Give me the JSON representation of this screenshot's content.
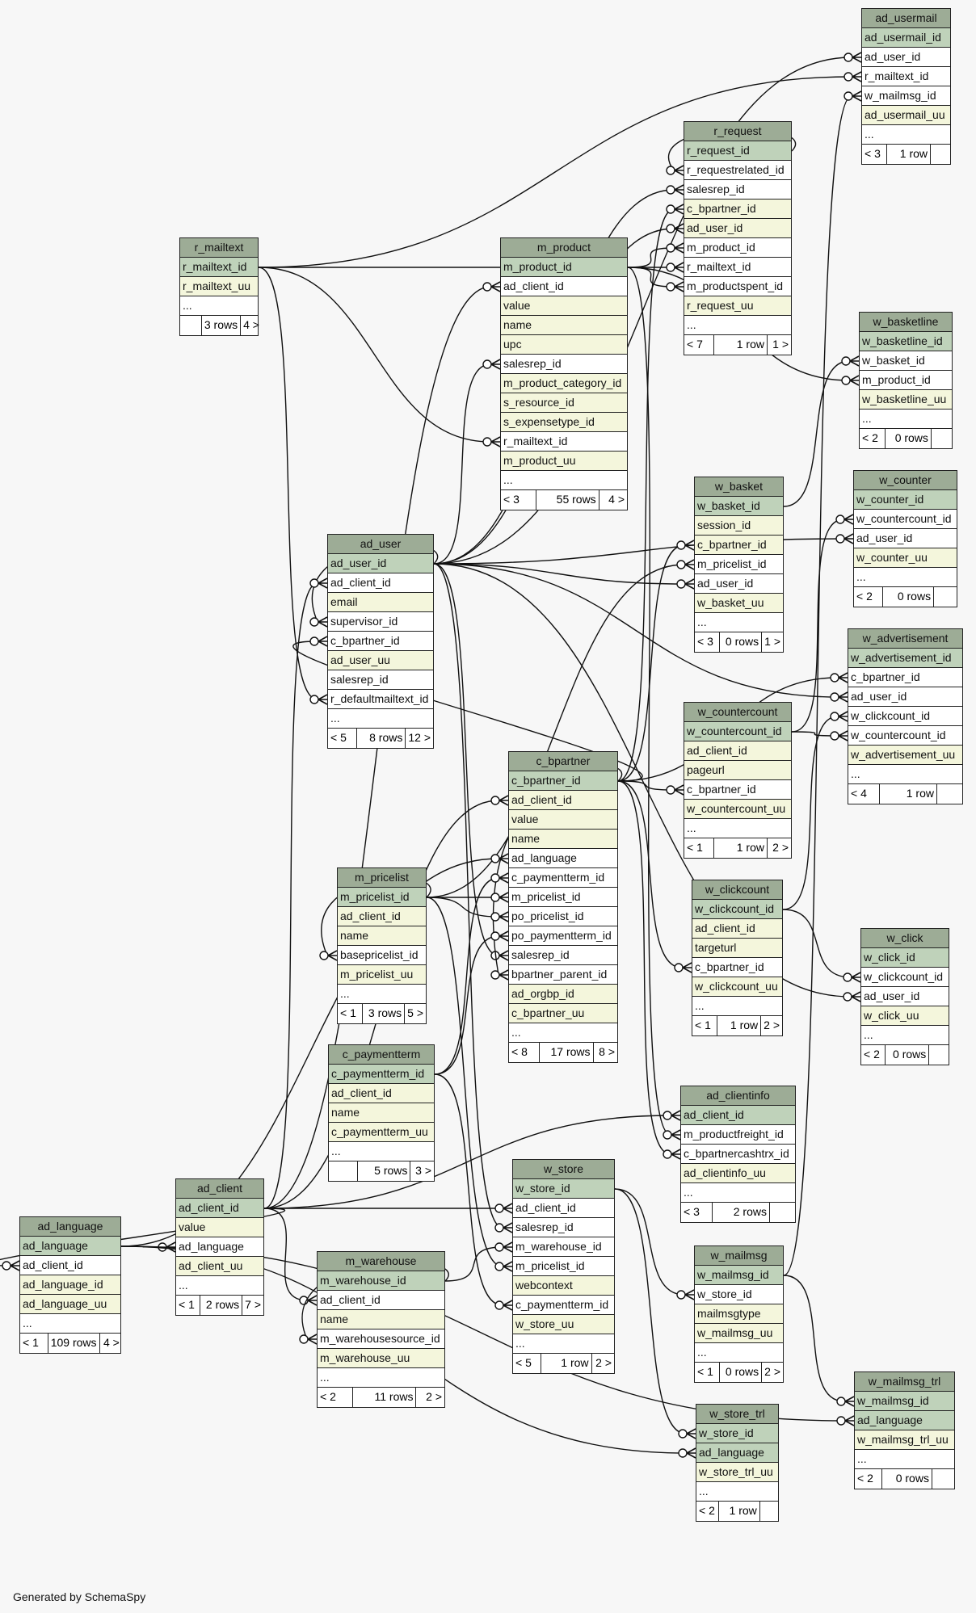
{
  "footer_text": "Generated by SchemaSpy",
  "colors": {
    "header": "#9dac96",
    "primary_key": "#bfd2ba",
    "foreign_key": "#ffffff",
    "attribute": "#f4f6dc",
    "background": "#f7f7f7"
  },
  "tables": [
    {
      "name": "ad_usermail",
      "columns": [
        [
          "ad_usermail_id",
          "pk"
        ],
        [
          "ad_user_id",
          "fk"
        ],
        [
          "r_mailtext_id",
          "fk"
        ],
        [
          "w_mailmsg_id",
          "fk"
        ],
        [
          "ad_usermail_uu",
          "attr"
        ],
        [
          "...",
          "more"
        ]
      ],
      "footer": [
        "< 3",
        "1 row",
        ""
      ]
    },
    {
      "name": "r_request",
      "columns": [
        [
          "r_request_id",
          "pk"
        ],
        [
          "r_requestrelated_id",
          "fk"
        ],
        [
          "salesrep_id",
          "fk"
        ],
        [
          "c_bpartner_id",
          "attr"
        ],
        [
          "ad_user_id",
          "attr"
        ],
        [
          "m_product_id",
          "fk"
        ],
        [
          "r_mailtext_id",
          "fk"
        ],
        [
          "m_productspent_id",
          "fk"
        ],
        [
          "r_request_uu",
          "attr"
        ],
        [
          "...",
          "more"
        ]
      ],
      "footer": [
        "< 7",
        "1 row",
        "1 >"
      ]
    },
    {
      "name": "r_mailtext",
      "columns": [
        [
          "r_mailtext_id",
          "pk"
        ],
        [
          "r_mailtext_uu",
          "attr"
        ],
        [
          "...",
          "more"
        ]
      ],
      "footer": [
        "",
        "3 rows",
        "4 >"
      ]
    },
    {
      "name": "m_product",
      "columns": [
        [
          "m_product_id",
          "pk"
        ],
        [
          "ad_client_id",
          "fk"
        ],
        [
          "value",
          "attr"
        ],
        [
          "name",
          "attr"
        ],
        [
          "upc",
          "attr"
        ],
        [
          "salesrep_id",
          "fk"
        ],
        [
          "m_product_category_id",
          "attr"
        ],
        [
          "s_resource_id",
          "attr"
        ],
        [
          "s_expensetype_id",
          "attr"
        ],
        [
          "r_mailtext_id",
          "fk"
        ],
        [
          "m_product_uu",
          "attr"
        ],
        [
          "...",
          "more"
        ]
      ],
      "footer": [
        "< 3",
        "55 rows",
        "4 >"
      ]
    },
    {
      "name": "w_basketline",
      "columns": [
        [
          "w_basketline_id",
          "pk"
        ],
        [
          "w_basket_id",
          "fk"
        ],
        [
          "m_product_id",
          "fk"
        ],
        [
          "w_basketline_uu",
          "attr"
        ],
        [
          "...",
          "more"
        ]
      ],
      "footer": [
        "< 2",
        "0 rows",
        ""
      ]
    },
    {
      "name": "w_counter",
      "columns": [
        [
          "w_counter_id",
          "pk"
        ],
        [
          "w_countercount_id",
          "fk"
        ],
        [
          "ad_user_id",
          "fk"
        ],
        [
          "w_counter_uu",
          "attr"
        ],
        [
          "...",
          "more"
        ]
      ],
      "footer": [
        "< 2",
        "0 rows",
        ""
      ]
    },
    {
      "name": "w_basket",
      "columns": [
        [
          "w_basket_id",
          "pk"
        ],
        [
          "session_id",
          "attr"
        ],
        [
          "c_bpartner_id",
          "attr"
        ],
        [
          "m_pricelist_id",
          "fk"
        ],
        [
          "ad_user_id",
          "fk"
        ],
        [
          "w_basket_uu",
          "attr"
        ],
        [
          "...",
          "more"
        ]
      ],
      "footer": [
        "< 3",
        "0 rows",
        "1 >"
      ]
    },
    {
      "name": "ad_user",
      "columns": [
        [
          "ad_user_id",
          "pk"
        ],
        [
          "ad_client_id",
          "fk"
        ],
        [
          "email",
          "attr"
        ],
        [
          "supervisor_id",
          "fk"
        ],
        [
          "c_bpartner_id",
          "fk"
        ],
        [
          "ad_user_uu",
          "attr"
        ],
        [
          "salesrep_id",
          "fk"
        ],
        [
          "r_defaultmailtext_id",
          "fk"
        ],
        [
          "...",
          "more"
        ]
      ],
      "footer": [
        "< 5",
        "8 rows",
        "12 >"
      ]
    },
    {
      "name": "w_advertisement",
      "columns": [
        [
          "w_advertisement_id",
          "pk"
        ],
        [
          "c_bpartner_id",
          "fk"
        ],
        [
          "ad_user_id",
          "fk"
        ],
        [
          "w_clickcount_id",
          "fk"
        ],
        [
          "w_countercount_id",
          "fk"
        ],
        [
          "w_advertisement_uu",
          "attr"
        ],
        [
          "...",
          "more"
        ]
      ],
      "footer": [
        "< 4",
        "1 row",
        ""
      ]
    },
    {
      "name": "w_countercount",
      "columns": [
        [
          "w_countercount_id",
          "pk"
        ],
        [
          "ad_client_id",
          "attr"
        ],
        [
          "pageurl",
          "attr"
        ],
        [
          "c_bpartner_id",
          "fk"
        ],
        [
          "w_countercount_uu",
          "attr"
        ],
        [
          "...",
          "more"
        ]
      ],
      "footer": [
        "< 1",
        "1 row",
        "2 >"
      ]
    },
    {
      "name": "c_bpartner",
      "columns": [
        [
          "c_bpartner_id",
          "pk"
        ],
        [
          "ad_client_id",
          "attr"
        ],
        [
          "value",
          "attr"
        ],
        [
          "name",
          "attr"
        ],
        [
          "ad_language",
          "fk"
        ],
        [
          "c_paymentterm_id",
          "fk"
        ],
        [
          "m_pricelist_id",
          "fk"
        ],
        [
          "po_pricelist_id",
          "fk"
        ],
        [
          "po_paymentterm_id",
          "fk"
        ],
        [
          "salesrep_id",
          "fk"
        ],
        [
          "bpartner_parent_id",
          "fk"
        ],
        [
          "ad_orgbp_id",
          "attr"
        ],
        [
          "c_bpartner_uu",
          "attr"
        ],
        [
          "...",
          "more"
        ]
      ],
      "footer": [
        "< 8",
        "17 rows",
        "8 >"
      ]
    },
    {
      "name": "m_pricelist",
      "columns": [
        [
          "m_pricelist_id",
          "pk"
        ],
        [
          "ad_client_id",
          "attr"
        ],
        [
          "name",
          "attr"
        ],
        [
          "basepricelist_id",
          "fk"
        ],
        [
          "m_pricelist_uu",
          "attr"
        ],
        [
          "...",
          "more"
        ]
      ],
      "footer": [
        "< 1",
        "3 rows",
        "5 >"
      ]
    },
    {
      "name": "w_clickcount",
      "columns": [
        [
          "w_clickcount_id",
          "pk"
        ],
        [
          "ad_client_id",
          "attr"
        ],
        [
          "targeturl",
          "attr"
        ],
        [
          "c_bpartner_id",
          "fk"
        ],
        [
          "w_clickcount_uu",
          "attr"
        ],
        [
          "...",
          "more"
        ]
      ],
      "footer": [
        "< 1",
        "1 row",
        "2 >"
      ]
    },
    {
      "name": "w_click",
      "columns": [
        [
          "w_click_id",
          "pk"
        ],
        [
          "w_clickcount_id",
          "fk"
        ],
        [
          "ad_user_id",
          "fk"
        ],
        [
          "w_click_uu",
          "attr"
        ],
        [
          "...",
          "more"
        ]
      ],
      "footer": [
        "< 2",
        "0 rows",
        ""
      ]
    },
    {
      "name": "c_paymentterm",
      "columns": [
        [
          "c_paymentterm_id",
          "pk"
        ],
        [
          "ad_client_id",
          "attr"
        ],
        [
          "name",
          "attr"
        ],
        [
          "c_paymentterm_uu",
          "attr"
        ],
        [
          "...",
          "more"
        ]
      ],
      "footer": [
        "",
        "5 rows",
        "3 >"
      ]
    },
    {
      "name": "ad_clientinfo",
      "columns": [
        [
          "ad_client_id",
          "pk"
        ],
        [
          "m_productfreight_id",
          "fk"
        ],
        [
          "c_bpartnercashtrx_id",
          "fk"
        ],
        [
          "ad_clientinfo_uu",
          "attr"
        ],
        [
          "...",
          "more"
        ]
      ],
      "footer": [
        "< 3",
        "2 rows",
        ""
      ]
    },
    {
      "name": "w_store",
      "columns": [
        [
          "w_store_id",
          "pk"
        ],
        [
          "ad_client_id",
          "fk"
        ],
        [
          "salesrep_id",
          "fk"
        ],
        [
          "m_warehouse_id",
          "fk"
        ],
        [
          "m_pricelist_id",
          "fk"
        ],
        [
          "webcontext",
          "attr"
        ],
        [
          "c_paymentterm_id",
          "fk"
        ],
        [
          "w_store_uu",
          "attr"
        ],
        [
          "...",
          "more"
        ]
      ],
      "footer": [
        "< 5",
        "1 row",
        "2 >"
      ]
    },
    {
      "name": "ad_client",
      "columns": [
        [
          "ad_client_id",
          "pk"
        ],
        [
          "value",
          "attr"
        ],
        [
          "ad_language",
          "fk"
        ],
        [
          "ad_client_uu",
          "attr"
        ],
        [
          "...",
          "more"
        ]
      ],
      "footer": [
        "< 1",
        "2 rows",
        "7 >"
      ]
    },
    {
      "name": "ad_language",
      "columns": [
        [
          "ad_language",
          "pk"
        ],
        [
          "ad_client_id",
          "fk"
        ],
        [
          "ad_language_id",
          "attr"
        ],
        [
          "ad_language_uu",
          "attr"
        ],
        [
          "...",
          "more"
        ]
      ],
      "footer": [
        "< 1",
        "109 rows",
        "4 >"
      ]
    },
    {
      "name": "m_warehouse",
      "columns": [
        [
          "m_warehouse_id",
          "pk"
        ],
        [
          "ad_client_id",
          "fk"
        ],
        [
          "name",
          "attr"
        ],
        [
          "m_warehousesource_id",
          "fk"
        ],
        [
          "m_warehouse_uu",
          "attr"
        ],
        [
          "...",
          "more"
        ]
      ],
      "footer": [
        "< 2",
        "11 rows",
        "2 >"
      ]
    },
    {
      "name": "w_mailmsg",
      "columns": [
        [
          "w_mailmsg_id",
          "pk"
        ],
        [
          "w_store_id",
          "fk"
        ],
        [
          "mailmsgtype",
          "attr"
        ],
        [
          "w_mailmsg_uu",
          "attr"
        ],
        [
          "...",
          "more"
        ]
      ],
      "footer": [
        "< 1",
        "0 rows",
        "2 >"
      ]
    },
    {
      "name": "w_mailmsg_trl",
      "columns": [
        [
          "w_mailmsg_id",
          "pk"
        ],
        [
          "ad_language",
          "pk"
        ],
        [
          "w_mailmsg_trl_uu",
          "attr"
        ],
        [
          "...",
          "more"
        ]
      ],
      "footer": [
        "< 2",
        "0 rows",
        ""
      ]
    },
    {
      "name": "w_store_trl",
      "columns": [
        [
          "w_store_id",
          "pk"
        ],
        [
          "ad_language",
          "pk"
        ],
        [
          "w_store_trl_uu",
          "attr"
        ],
        [
          "...",
          "more"
        ]
      ],
      "footer": [
        "< 2",
        "1 row",
        ""
      ]
    }
  ]
}
